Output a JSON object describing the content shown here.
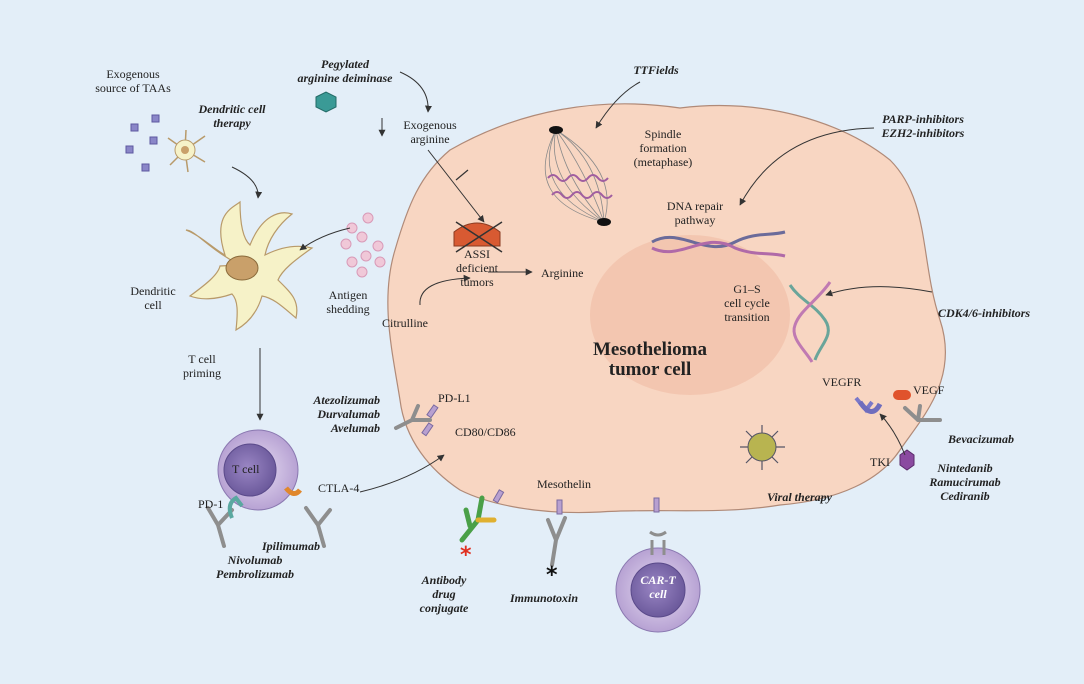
{
  "labels": {
    "exogenous_taas": "Exogenous\nsource of TAAs",
    "dc_therapy": "Dendritic cell\ntherapy",
    "pegylated_adi": "Pegylated\narginine deiminase",
    "exogenous_arginine": "Exogenous\narginine",
    "ttfields": "TTFields",
    "spindle": "Spindle\nformation\n(metaphase)",
    "parp_ezh2": "PARP-inhibitors\nEZH2-inhibitors",
    "dna_repair": "DNA repair\npathway",
    "dendritic_cell": "Dendritic\ncell",
    "antigen_shedding": "Antigen\nshedding",
    "assi": "ASSI\ndeficient\ntumors",
    "arginine": "Arginine",
    "citrulline": "Citrulline",
    "g1s": "G1–S\ncell cycle\ntransition",
    "cdk46": "CDK4/6-inhibitors",
    "tumor_cell": "Mesothelioma\ntumor cell",
    "t_cell_priming": "T cell\npriming",
    "pd_l1_drugs": "Atezolizumab\nDurvalumab\nAvelumab",
    "pd_l1": "PD-L1",
    "cd80_cd86": "CD80/CD86",
    "vegfr": "VEGFR",
    "vegf": "VEGF",
    "bevacizumab": "Bevacizumab",
    "t_cell": "T cell",
    "ctla4": "CTLA-4",
    "pd1": "PD-1",
    "ipilimumab": "Ipilimumab",
    "nivo_pembro": "Nivolumab\nPembrolizumab",
    "mesothelin": "Mesothelin",
    "tki": "TKI",
    "tki_drugs": "Nintedanib\nRamucirumab\nCediranib",
    "viral_therapy": "Viral therapy",
    "adc": "Antibody\ndrug\nconjugate",
    "immunotoxin": "Immunotoxin",
    "car_t": "CAR-T\ncell"
  },
  "colors": {
    "background": "#e3eef8",
    "tumor_cell": "#f8d6c2",
    "nucleus": "#f2c3ad",
    "t_cell": "#c0aed8",
    "dendritic_cell": "#f6f2c8",
    "antibody": "#8e8e8e",
    "enzyme": "#3a9a96",
    "assi": "#d85a32"
  }
}
